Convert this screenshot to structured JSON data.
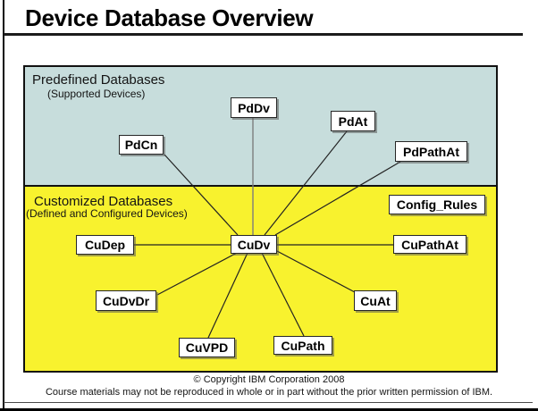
{
  "slide": {
    "title": "Device Database Overview"
  },
  "diagram": {
    "regions": [
      {
        "id": "predefined",
        "label": "Predefined Databases",
        "sublabel": "(Supported Devices)",
        "color": "#c7dddc"
      },
      {
        "id": "customized",
        "label": "Customized Databases",
        "sublabel": "(Defined and Configured Devices)",
        "color": "#f8f22e"
      }
    ],
    "nodes": [
      {
        "id": "PdCn",
        "label": "PdCn",
        "region": "predefined"
      },
      {
        "id": "PdDv",
        "label": "PdDv",
        "region": "predefined"
      },
      {
        "id": "PdAt",
        "label": "PdAt",
        "region": "predefined"
      },
      {
        "id": "PdPathAt",
        "label": "PdPathAt",
        "region": "predefined"
      },
      {
        "id": "Config_Rules",
        "label": "Config_Rules",
        "region": "customized"
      },
      {
        "id": "CuDep",
        "label": "CuDep",
        "region": "customized"
      },
      {
        "id": "CuDv",
        "label": "CuDv",
        "region": "customized"
      },
      {
        "id": "CuPathAt",
        "label": "CuPathAt",
        "region": "customized"
      },
      {
        "id": "CuDvDr",
        "label": "CuDvDr",
        "region": "customized"
      },
      {
        "id": "CuAt",
        "label": "CuAt",
        "region": "customized"
      },
      {
        "id": "CuVPD",
        "label": "CuVPD",
        "region": "customized"
      },
      {
        "id": "CuPath",
        "label": "CuPath",
        "region": "customized"
      }
    ],
    "edges": [
      [
        "CuDv",
        "PdCn"
      ],
      [
        "CuDv",
        "PdDv"
      ],
      [
        "CuDv",
        "PdAt"
      ],
      [
        "CuDv",
        "PdPathAt"
      ],
      [
        "CuDv",
        "CuDep"
      ],
      [
        "CuDv",
        "CuPathAt"
      ],
      [
        "CuDv",
        "CuDvDr"
      ],
      [
        "CuDv",
        "CuVPD"
      ],
      [
        "CuDv",
        "CuPath"
      ],
      [
        "CuDv",
        "CuAt"
      ]
    ],
    "line_color": "#222222",
    "pddv_line_color": "#7d7d7d"
  },
  "footer": {
    "copyright": "© Copyright IBM Corporation 2008",
    "notice": "Course materials may not be reproduced in whole or in part without the prior written permission of IBM."
  }
}
